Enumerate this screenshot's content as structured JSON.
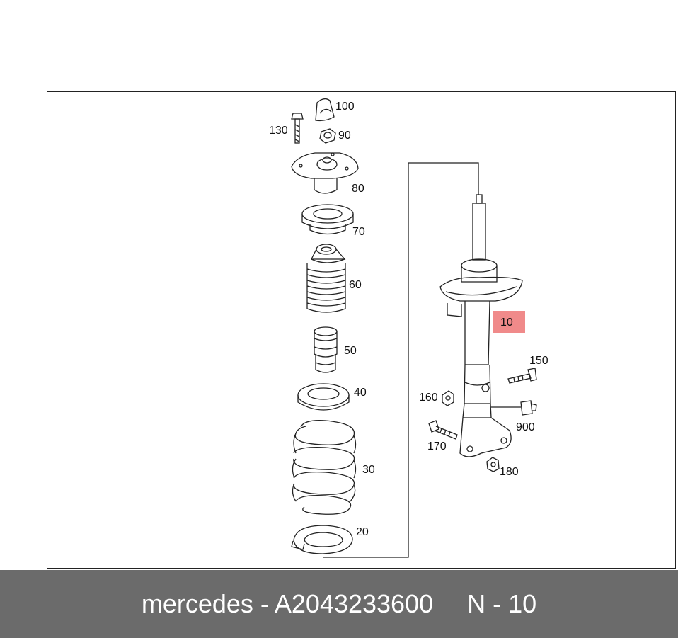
{
  "parts": [
    {
      "id": "p100",
      "label": "100"
    },
    {
      "id": "p130",
      "label": "130"
    },
    {
      "id": "p90",
      "label": "90"
    },
    {
      "id": "p80",
      "label": "80"
    },
    {
      "id": "p70",
      "label": "70"
    },
    {
      "id": "p60",
      "label": "60"
    },
    {
      "id": "p50",
      "label": "50"
    },
    {
      "id": "p40",
      "label": "40"
    },
    {
      "id": "p30",
      "label": "30"
    },
    {
      "id": "p20",
      "label": "20"
    },
    {
      "id": "p10",
      "label": "10"
    },
    {
      "id": "p150",
      "label": "150"
    },
    {
      "id": "p160",
      "label": "160"
    },
    {
      "id": "p900",
      "label": "900"
    },
    {
      "id": "p170",
      "label": "170"
    },
    {
      "id": "p180",
      "label": "180"
    }
  ],
  "highlight_color": "#f08a8a",
  "footer": {
    "brand_part": "mercedes - A2043233600",
    "position": "N - 10"
  }
}
